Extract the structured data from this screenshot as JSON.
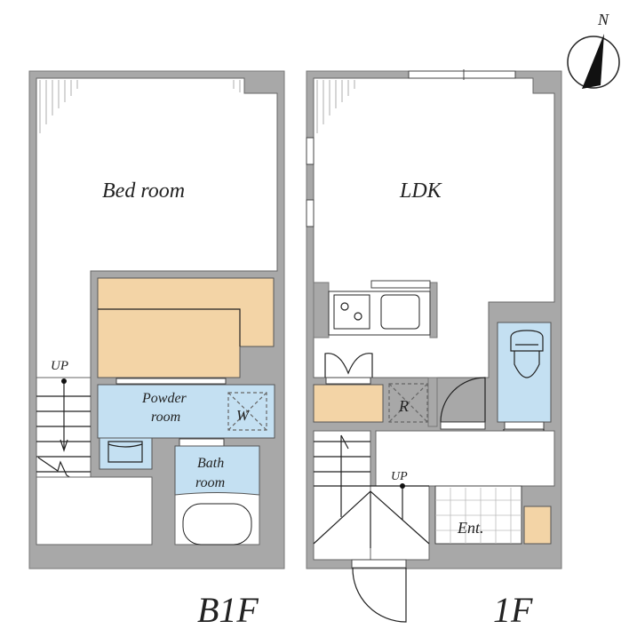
{
  "compass": {
    "label": "N"
  },
  "b1f": {
    "floor_label": "B1F",
    "bedroom": "Bed room",
    "powder_line1": "Powder",
    "powder_line2": "room",
    "bath_line1": "Bath",
    "bath_line2": "room",
    "washer": "W",
    "stairs": "UP"
  },
  "f1": {
    "floor_label": "1F",
    "ldk": "LDK",
    "fridge": "R",
    "entrance": "Ent.",
    "stairs": "UP"
  },
  "colors": {
    "wall": "#a8a8a8",
    "storage": "#f3d4a6",
    "wet_area": "#c4e0f2"
  }
}
